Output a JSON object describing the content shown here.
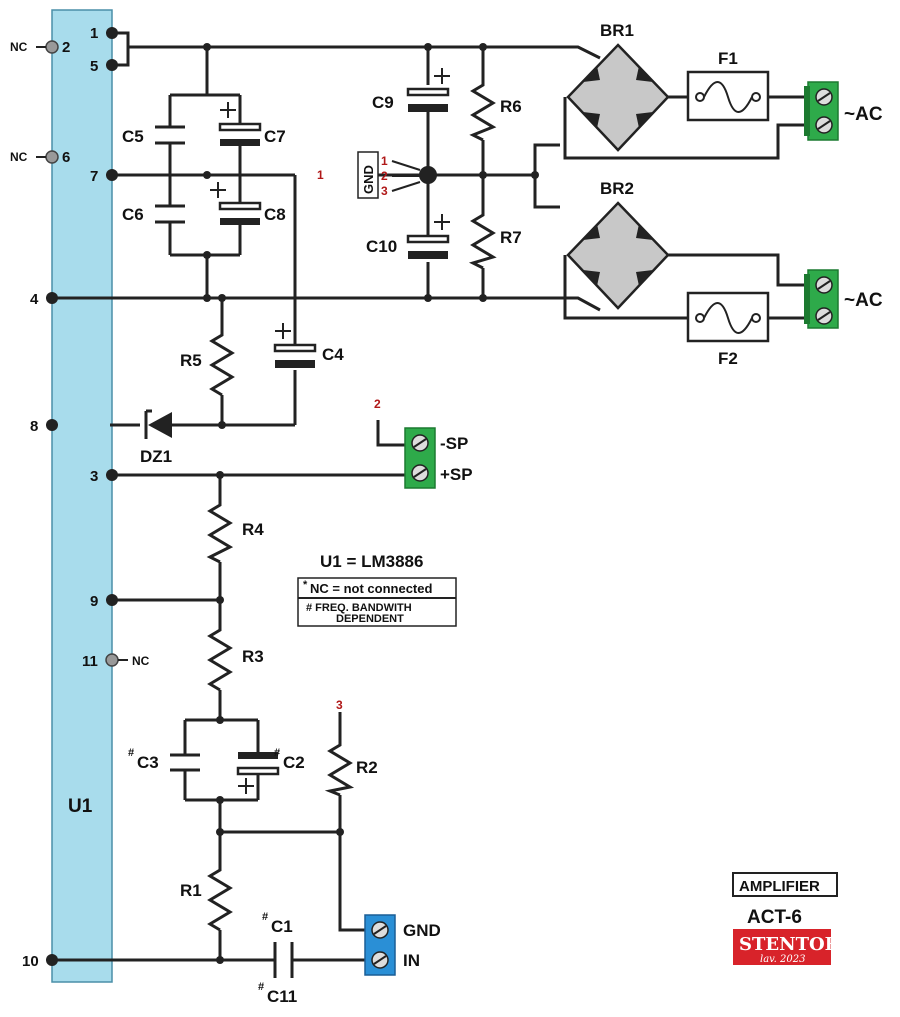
{
  "ic": {
    "name": "U1",
    "part_note": "U1 = LM3886"
  },
  "pins": {
    "p1": "1",
    "p5": "5",
    "p7": "7",
    "p4": "4",
    "p8": "8",
    "p3": "3",
    "p9": "9",
    "p10": "10",
    "p2": "2",
    "p6": "6",
    "p11": "11",
    "nc": "NC"
  },
  "components": {
    "C5": "C5",
    "C6": "C6",
    "C7": "C7",
    "C8": "C8",
    "C4": "C4",
    "C9": "C9",
    "C10": "C10",
    "R1": "R1",
    "R2": "R2",
    "R3": "R3",
    "R4": "R4",
    "R5": "R5",
    "R6": "R6",
    "R7": "R7",
    "DZ1": "DZ1",
    "BR1": "BR1",
    "BR2": "BR2",
    "F1": "F1",
    "F2": "F2",
    "C3_mark": "#",
    "C3": "C3",
    "C2_mark": "#",
    "C2": "C2",
    "C1_mark": "#",
    "C1": "C1",
    "C11_mark": "#",
    "C11": "C11"
  },
  "connectors": {
    "ac1": "~AC",
    "ac2": "~AC",
    "sp_neg": "-SP",
    "sp_pos": "+SP",
    "gnd": "GND",
    "in": "IN",
    "gnd_box": "GND",
    "gnd_pins": [
      "1",
      "2",
      "3"
    ]
  },
  "nodes": {
    "n1": "1",
    "n2": "2",
    "n3": "3"
  },
  "plus": "+",
  "notes": {
    "nc_mark": "*",
    "nc_text": "NC = not connected",
    "bw_line1": "# FREQ. BANDWITH",
    "bw_line2": "DEPENDENT"
  },
  "branding": {
    "title": "AMPLIFIER",
    "model": "ACT-6",
    "brand": "STENTOR",
    "date": "lav. 2023"
  },
  "colors": {
    "ic_body": "#a8dcec",
    "terminal_green": "#2eaa4a",
    "terminal_blue": "#2a8fd6",
    "bridge": "#c8c8c8",
    "brand_red": "#d8232a",
    "node_label_red": "#b01818"
  }
}
